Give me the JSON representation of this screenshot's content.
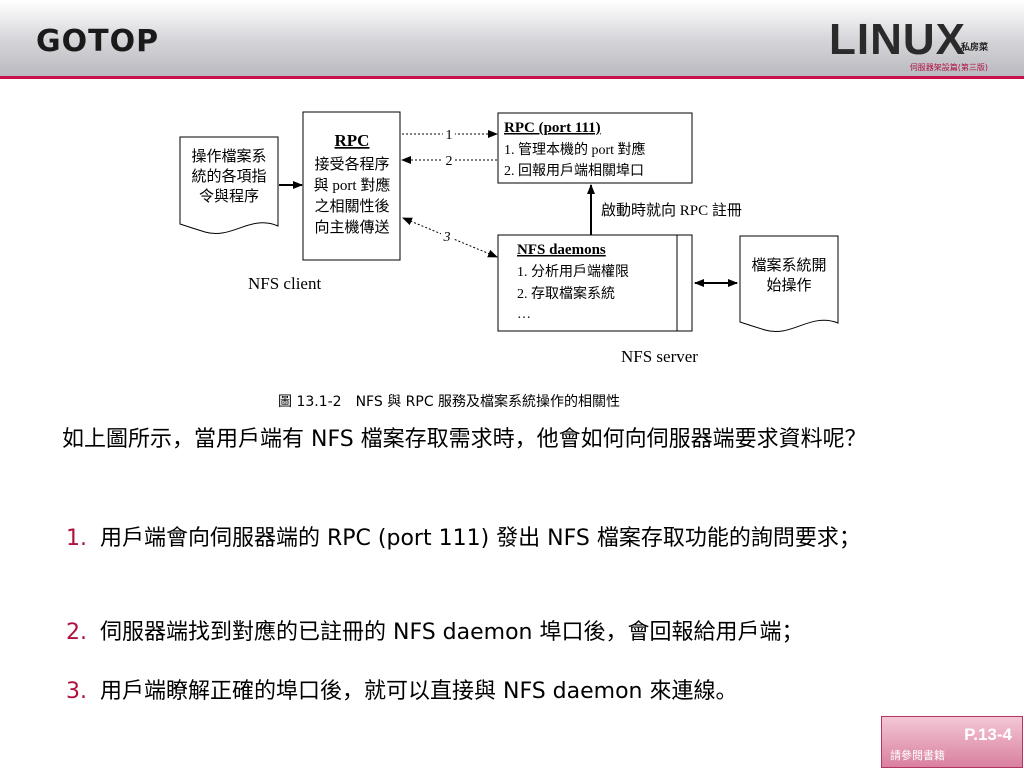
{
  "header": {
    "logo_left": "GOTOP",
    "logo_right": "LINUX",
    "logo_right_small": "私房菜",
    "logo_right_sub": "伺服器架設篇(第三版)"
  },
  "diagram": {
    "doc_left_lines": [
      "操作檔案系",
      "統的各項指",
      "令與程序"
    ],
    "client_box": {
      "title": "RPC",
      "lines": [
        "接受各程序",
        "與 port 對應",
        "之相關性後",
        "向主機傳送"
      ]
    },
    "client_label": "NFS client",
    "rpc_box": {
      "title": "RPC (port 111)",
      "lines": [
        "1. 管理本機的 port 對應",
        "2. 回報用戶端相關埠口"
      ]
    },
    "arrow_labels": [
      "1",
      "2",
      "3"
    ],
    "register_label": "啟動時就向 RPC 註冊",
    "daemon_box": {
      "title": "NFS daemons",
      "lines": [
        "1. 分析用戶端權限",
        "2. 存取檔案系統",
        "…"
      ]
    },
    "doc_right_lines": [
      "檔案系統開",
      "始操作"
    ],
    "server_label": "NFS server"
  },
  "caption": "圖 13.1-2　NFS 與 RPC 服務及檔案系統操作的相關性",
  "body": {
    "intro": "如上圖所示，當用戶端有 NFS 檔案存取需求時，他會如何向伺服器端要求資料呢？",
    "items": [
      {
        "num": "1.",
        "text": "用戶端會向伺服器端的 RPC (port 111) 發出 NFS 檔案存取功能的詢問要求；"
      },
      {
        "num": "2.",
        "text": "伺服器端找到對應的已註冊的 NFS daemon 埠口後，會回報給用戶端；"
      },
      {
        "num": "3.",
        "text": "用戶端瞭解正確的埠口後，就可以直接與 NFS daemon 來連線。"
      }
    ]
  },
  "footer": {
    "page": "P.13-4",
    "note": "請參閱書籍"
  },
  "colors": {
    "accent": "#c7104a",
    "badge": "#d9809f"
  }
}
